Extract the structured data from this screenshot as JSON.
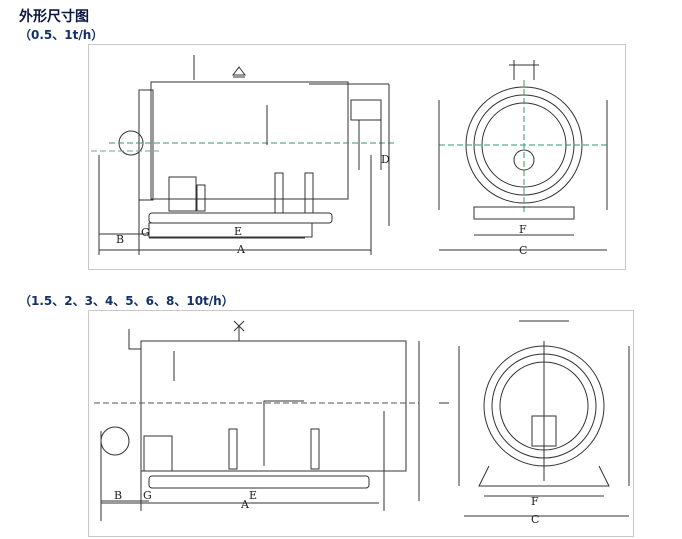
{
  "heading": "外形尺寸图",
  "section1": {
    "caption": "（0.5、1t/h）",
    "dims": {
      "A": "A",
      "B": "B",
      "C": "C",
      "D": "D",
      "E": "E",
      "F": "F",
      "G": "G"
    }
  },
  "section2": {
    "caption": "（1.5、2、3、4、5、6、8、10t/h）",
    "dims": {
      "A": "A",
      "B": "B",
      "C": "C",
      "E": "E",
      "F": "F",
      "G": "G"
    }
  }
}
